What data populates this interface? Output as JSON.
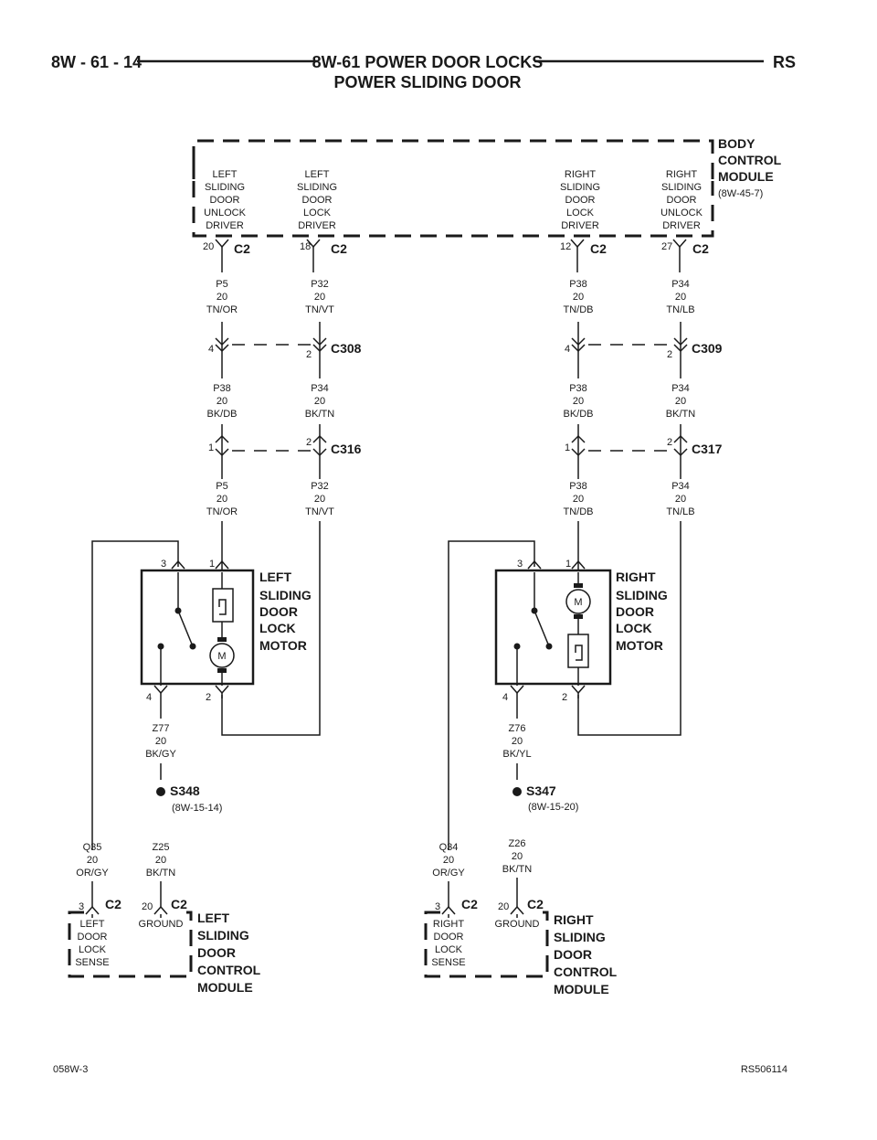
{
  "header": {
    "left": "8W - 61 - 14",
    "title": "8W-61 POWER DOOR LOCKS",
    "subtitle": "POWER SLIDING DOOR",
    "right": "RS"
  },
  "footer": {
    "left": "058W-3",
    "right": "RS506114"
  },
  "bcm": {
    "name": [
      "BODY",
      "CONTROL",
      "MODULE"
    ],
    "ref": "(8W-45-7)",
    "drivers": [
      [
        "LEFT",
        "SLIDING",
        "DOOR",
        "UNLOCK",
        "DRIVER"
      ],
      [
        "LEFT",
        "SLIDING",
        "DOOR",
        "LOCK",
        "DRIVER"
      ],
      [
        "RIGHT",
        "SLIDING",
        "DOOR",
        "LOCK",
        "DRIVER"
      ],
      [
        "RIGHT",
        "SLIDING",
        "DOOR",
        "UNLOCK",
        "DRIVER"
      ]
    ],
    "pins": [
      "20",
      "18",
      "12",
      "27"
    ],
    "connector": "C2"
  },
  "wires": {
    "w1": [
      [
        "P5",
        "20",
        "TN/OR"
      ],
      [
        "P32",
        "20",
        "TN/VT"
      ],
      [
        "P38",
        "20",
        "TN/DB"
      ],
      [
        "P34",
        "20",
        "TN/LB"
      ]
    ],
    "w2": [
      [
        "P38",
        "20",
        "BK/DB"
      ],
      [
        "P34",
        "20",
        "BK/TN"
      ],
      [
        "P38",
        "20",
        "BK/DB"
      ],
      [
        "P34",
        "20",
        "BK/TN"
      ]
    ],
    "w3": [
      [
        "P5",
        "20",
        "TN/OR"
      ],
      [
        "P32",
        "20",
        "TN/VT"
      ],
      [
        "P38",
        "20",
        "TN/DB"
      ],
      [
        "P34",
        "20",
        "TN/LB"
      ]
    ]
  },
  "connectors": {
    "c308": {
      "name": "C308",
      "pins": [
        "4",
        "2"
      ]
    },
    "c309": {
      "name": "C309",
      "pins": [
        "4",
        "2"
      ]
    },
    "c316": {
      "name": "C316",
      "pins": [
        "1",
        "2"
      ]
    },
    "c317": {
      "name": "C317",
      "pins": [
        "1",
        "2"
      ]
    }
  },
  "left_motor": {
    "label": [
      "LEFT",
      "SLIDING",
      "DOOR",
      "LOCK",
      "MOTOR"
    ],
    "pins": [
      "3",
      "1",
      "4",
      "2"
    ],
    "motor_symbol": "M",
    "ground_wire": [
      "Z77",
      "20",
      "BK/GY"
    ],
    "splice": "S348",
    "splice_ref": "(8W-15-14)",
    "ground_out": [
      "Z25",
      "20",
      "BK/TN"
    ],
    "sense_wire": [
      "Q35",
      "20",
      "OR/GY"
    ]
  },
  "right_motor": {
    "label": [
      "RIGHT",
      "SLIDING",
      "DOOR",
      "LOCK",
      "MOTOR"
    ],
    "pins": [
      "3",
      "1",
      "4",
      "2"
    ],
    "motor_symbol": "M",
    "ground_wire": [
      "Z76",
      "20",
      "BK/YL"
    ],
    "splice": "S347",
    "splice_ref": "(8W-15-20)",
    "ground_out": [
      "Z26",
      "20",
      "BK/TN"
    ],
    "sense_wire": [
      "Q34",
      "20",
      "OR/GY"
    ]
  },
  "left_module": {
    "name": [
      "LEFT",
      "SLIDING",
      "DOOR",
      "CONTROL",
      "MODULE"
    ],
    "sense_label": [
      "LEFT",
      "DOOR",
      "LOCK",
      "SENSE"
    ],
    "ground_label": "GROUND",
    "pins": [
      "3",
      "20"
    ],
    "connector": "C2"
  },
  "right_module": {
    "name": [
      "RIGHT",
      "SLIDING",
      "DOOR",
      "CONTROL",
      "MODULE"
    ],
    "sense_label": [
      "RIGHT",
      "DOOR",
      "LOCK",
      "SENSE"
    ],
    "ground_label": "GROUND",
    "pins": [
      "3",
      "20"
    ],
    "connector": "C2"
  }
}
